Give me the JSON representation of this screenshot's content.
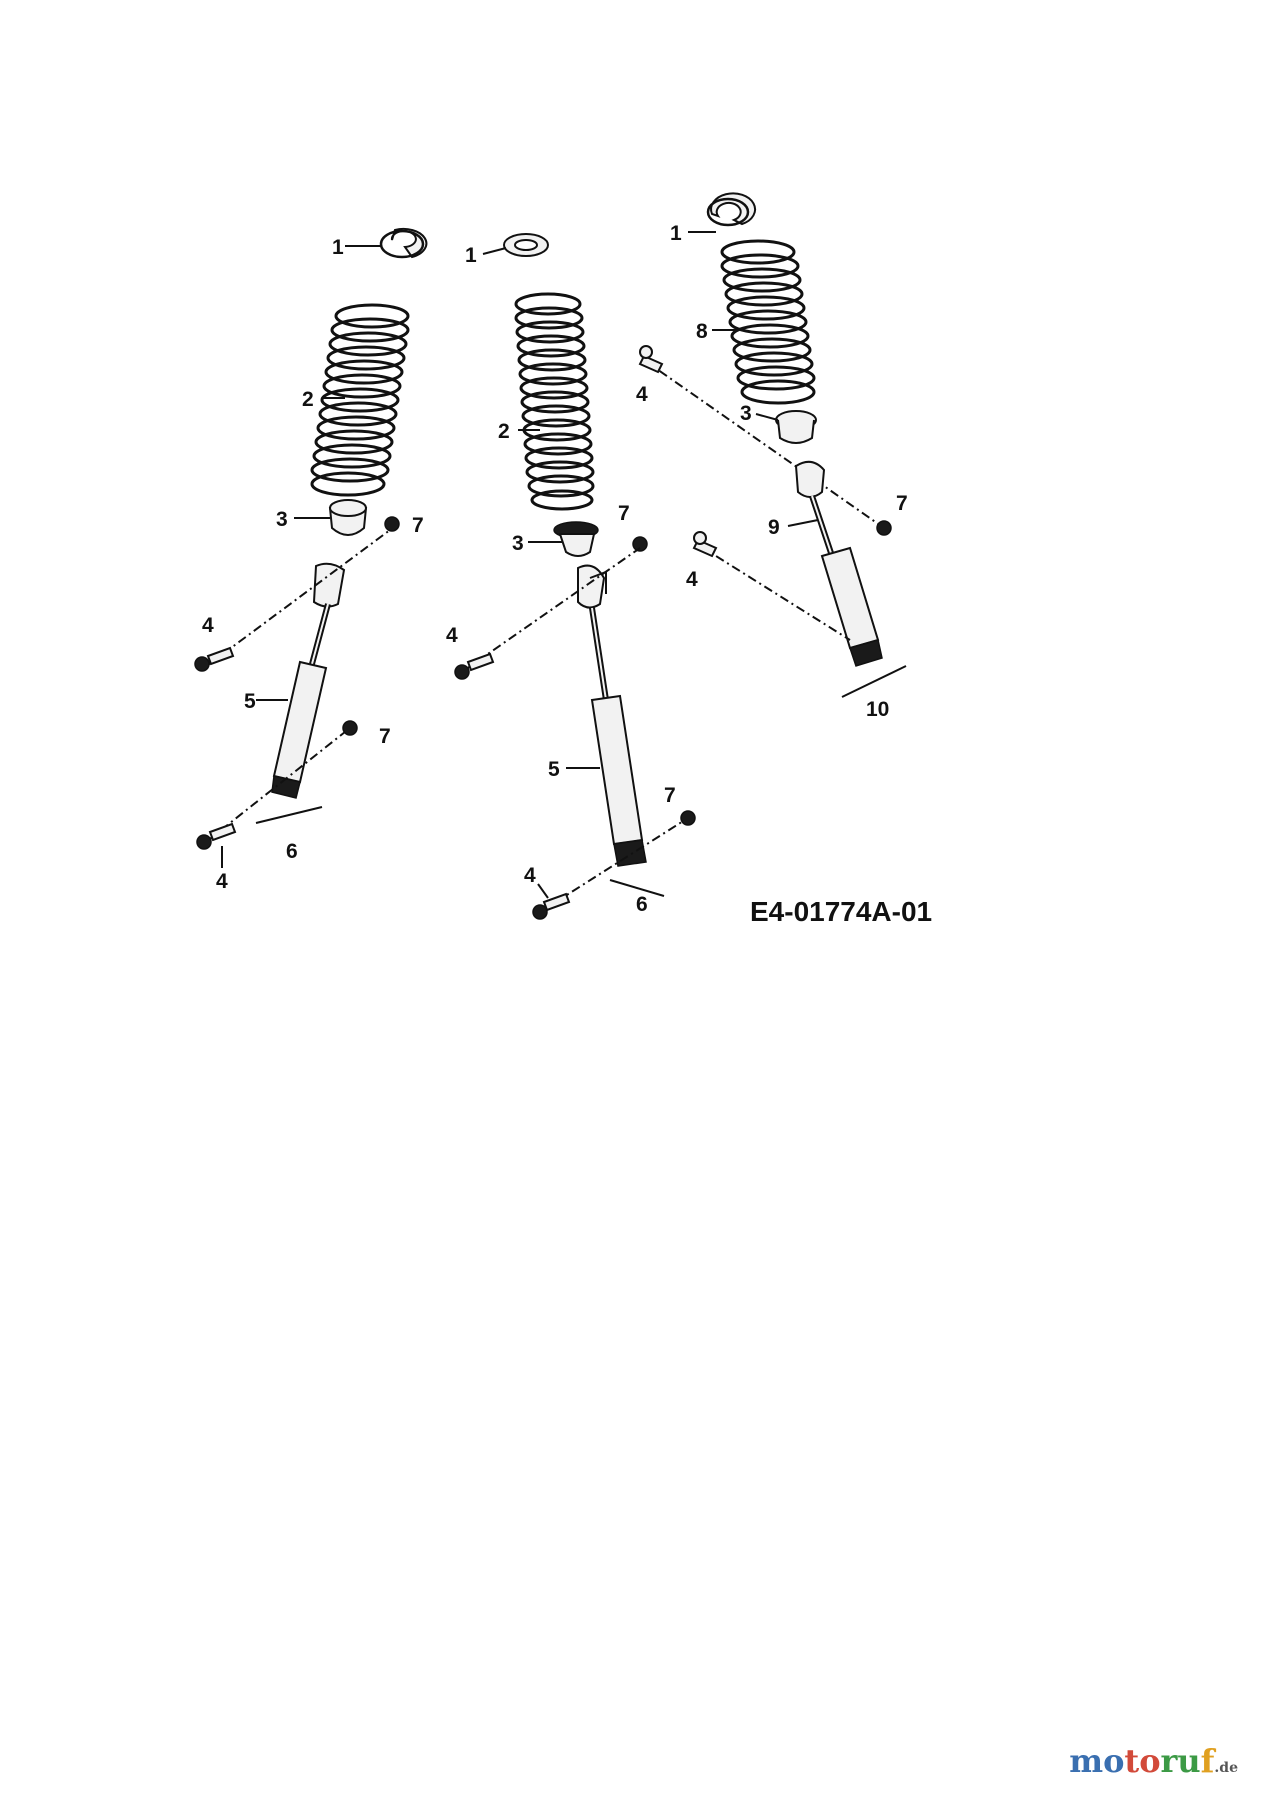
{
  "drawing_code": "E4-01774A-01",
  "watermark": {
    "part1": "mo",
    "part2": "to",
    "part3": "ru",
    "part4": "f",
    "tld": ".de"
  },
  "callouts": {
    "c1a": "1",
    "c1b": "1",
    "c1c": "1",
    "c2a": "2",
    "c2b": "2",
    "c8": "8",
    "c3a": "3",
    "c3b": "3",
    "c3c": "3",
    "c4a": "4",
    "c4b": "4",
    "c4c": "4",
    "c4d": "4",
    "c4e": "4",
    "c4f": "4",
    "c5a": "5",
    "c5b": "5",
    "c6a": "6",
    "c6b": "6",
    "c7a": "7",
    "c7b": "7",
    "c7c": "7",
    "c7d": "7",
    "c7e": "7",
    "c9": "9",
    "c10": "10"
  }
}
